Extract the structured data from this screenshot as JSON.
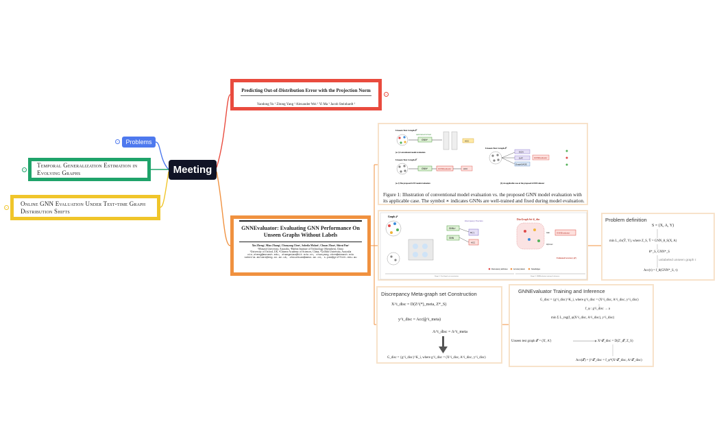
{
  "mindmap": {
    "center": "Meeting",
    "left": {
      "problems": "Problems",
      "temporal": "Temporal Generalization Estimation in Evolving Graphs",
      "online": "Online GNN Evaluation Under Test-time Graph Distribution Shifts"
    },
    "right": {
      "ood_paper": {
        "title": "Predicting Out-of-Distribution Error with the Projection Norm",
        "authors": "Yaodong Yu ¹ Zitong Yang ¹ Alexander Wei ¹ Yi Ma ¹ Jacob Steinhardt ¹"
      },
      "gnne_paper": {
        "title": "GNNEvaluator: Evaluating GNN Performance On Unseen Graphs Without Labels",
        "authors": "Xin Zheng¹, Miao Zhang², Chunyang Chen¹, Soheila Molaei³, Chuan Zhou⁴, Shirui Pan⁵",
        "affil1": "¹Monash University, Australia, ²Harbin Institute of Technology (Shenzhen), China",
        "affil2": "³University of Oxford, UK, ⁴Chinese Academy of Sciences, China, ⁵Griffith University, Australia",
        "emails1": "xin.zheng@monash.edu, zhangmiao@hit.edu.cn, chunyang.chen@monash.edu",
        "emails2": "soheila.molaei@eng.ox.ac.uk, zhouchuan@amss.ac.cn, s.pan@griffith.edu.au"
      }
    }
  },
  "figure1": {
    "caption": "Figure 1: Illustration of conventional model evaluation vs. the proposed GNN model evaluation with its applicable case. The symbol ∗ indicates GNNs are well-trained and fixed during model evaluation.",
    "sub_a1": "(a-1) Conventional model evaluation",
    "sub_a1_note": "(w/ test labels for node classification)",
    "sub_a2": "(a-2) The proposed GNN model evaluation",
    "sub_a2_note": "(w/o test labels for node classification)",
    "sub_b": "(b) An applicable case of the proposed GNNEvaluator",
    "unseen": "Unseen Test Graph 𝒯",
    "with_labels": "with node labels",
    "without_labels": "without node labels",
    "well_trained": "well-trained & fixed",
    "gnn_star": "GNN*",
    "gnne": "GNNEvaluator",
    "acc": "ACC",
    "gcn": "GCN",
    "gat": "GAT",
    "graphsage": "GraphSAGE"
  },
  "figure2": {
    "graph_s": "Graph 𝒮",
    "gnn_s": "GNN𝒮",
    "gnn_p": "GNN",
    "discrepancy": "Discrepancy Function",
    "dfunc": "D(·)",
    "acc": "ACC",
    "discgraph": "DiscGraph Set 𝒢_disc",
    "gnneval": "GNNEvaluator",
    "train": "train",
    "inference": "Inference",
    "estimated": "Estimated Accuracy (𝒯)",
    "legend1": "Discrepancy attributes",
    "legend2": "Accuracy labels",
    "legend3": "Node/Edges",
    "stage1": "Stage 1: DiscGraph set construction",
    "stage2": "Stage 2: GNNEvaluator training & inference"
  },
  "problem_def": {
    "title": "Problem definition",
    "eq1": "S = (X, A, Y)",
    "eq2": "min L_cls(Ŷ, Y), where Z_S, Ŷ = GNN_θ_S(X, A)",
    "eq3": "θ*_S, GNN*_S",
    "eq4": "unlabeled unseen graph τ",
    "eq5": "Acc(τ) = f_θ(GNN*_S, τ)"
  },
  "discrepancy": {
    "title": "Discrepancy Meta-graph set Construction",
    "eq1": "X^i_disc = D(Z^(*)_meta, Z*_S)",
    "eq2": "y^i_disc = Acc(ĝ^i_meta)",
    "eq3": "A^i_disc = A^i_meta",
    "eq4": "G_disc = {g^i_disc}^K_i, where g^i_disc = (X^i_disc, A^i_disc, y^i_disc)"
  },
  "training": {
    "title": "GNNEvaluator Training and Inference",
    "eq1": "G_disc = {g^i_disc}^K_i, where g^i_disc = (X^i_disc, A^i_disc, y^i_disc)",
    "eq2": "f_φ : g^i_disc → a",
    "eq3": "min Σ L_reg(f_φ(X^i_disc, A^i_disc), y^i_disc)",
    "eq4": "Unseen test graph 𝒯 = (X', A')",
    "eq5": "X^𝒯_disc = D(Z'_𝒯, Z_S)",
    "eq6": "Acc(𝒯) = ŷ^𝒯_disc = f_φ*(X^𝒯_disc, A^𝒯_disc)"
  },
  "colors": {
    "center": "#111426",
    "problems": "#4e79ee",
    "temporal": "#1fa36a",
    "online": "#f0c52a",
    "ood": "#e94b3e",
    "gnne": "#f0913f",
    "card_border": "#f7e2ca"
  }
}
